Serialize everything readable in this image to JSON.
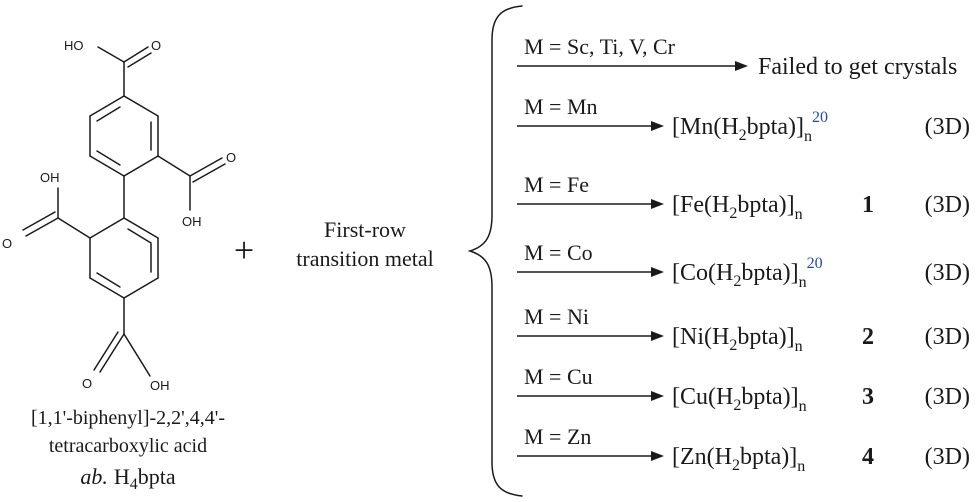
{
  "ligand": {
    "atoms": {
      "ho_top": "HO",
      "o_top": "O",
      "o_mid_right": "O",
      "oh_mid_right": "OH",
      "oh_left": "OH",
      "o_left": "O",
      "o_bottom": "O",
      "oh_bottom": "OH"
    },
    "name_line1": "[1,1'-biphenyl]-2,2',4,4'-",
    "name_line2": "tetracarboxylic acid",
    "abbrev_prefix": "ab.",
    "abbrev_H": "H",
    "abbrev_sub": "4",
    "abbrev_rest": "bpta"
  },
  "plus": "+",
  "metal_label": {
    "line1": "First-row",
    "line2": "transition metal"
  },
  "reactions": [
    {
      "condition": "M = Sc, Ti, V, Cr",
      "product_text": "Failed to get crystals"
    },
    {
      "condition": "M = Mn",
      "metal": "Mn",
      "reference": "20",
      "compound": "",
      "dimension": "(3D)"
    },
    {
      "condition": "M = Fe",
      "metal": "Fe",
      "reference": "",
      "compound": "1",
      "dimension": "(3D)"
    },
    {
      "condition": "M = Co",
      "metal": "Co",
      "reference": "20",
      "compound": "",
      "dimension": "(3D)"
    },
    {
      "condition": "M = Ni",
      "metal": "Ni",
      "reference": "",
      "compound": "2",
      "dimension": "(3D)"
    },
    {
      "condition": "M = Cu",
      "metal": "Cu",
      "reference": "",
      "compound": "3",
      "dimension": "(3D)"
    },
    {
      "condition": "M = Zn",
      "metal": "Zn",
      "reference": "",
      "compound": "4",
      "dimension": "(3D)"
    }
  ],
  "formula": {
    "open": "[",
    "ligand_open": "(H",
    "ligand_sub": "2",
    "ligand_close": "bpta)]",
    "n": "n"
  }
}
